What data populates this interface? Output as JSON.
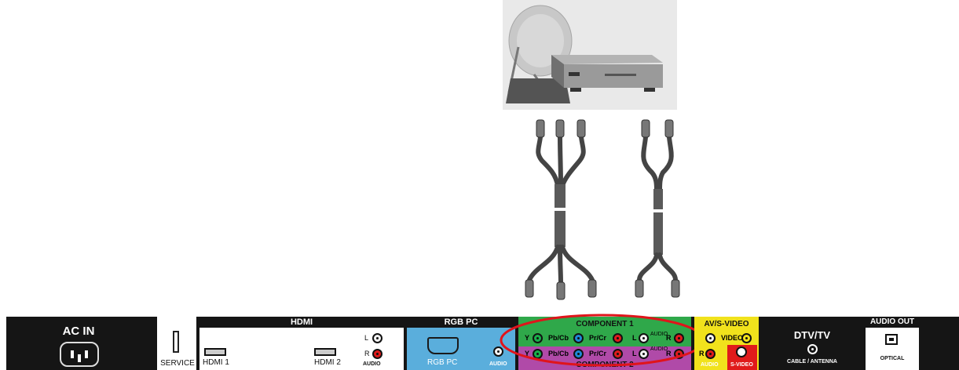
{
  "panels": {
    "ac_in": {
      "title": "AC IN"
    },
    "service": {
      "label": "SERVICE"
    },
    "hdmi": {
      "title": "HDMI",
      "port1": "HDMI 1",
      "port2": "HDMI 2",
      "l": "L",
      "r": "R",
      "audio": "AUDIO"
    },
    "rgb_pc": {
      "title": "RGB PC",
      "port": "RGB PC",
      "audio": "AUDIO"
    },
    "component1": {
      "title": "COMPONENT 1",
      "y": "Y",
      "pb": "Pb/Cb",
      "pr": "Pr/Cr",
      "l": "L",
      "r": "R",
      "audio": "AUDIO"
    },
    "component2": {
      "title": "COMPONENT 2",
      "y": "Y",
      "pb": "Pb/Cb",
      "pr": "Pr/Cr",
      "l": "L",
      "r": "R",
      "audio": "AUDIO"
    },
    "av": {
      "title": "AV/S-VIDEO",
      "video": "VIDEO",
      "r": "R",
      "audio": "AUDIO",
      "svideo": "S-VIDEO"
    },
    "dtv": {
      "title": "DTV/TV",
      "sub": "CABLE / ANTENNA"
    },
    "audio_out": {
      "title": "AUDIO OUT",
      "sub": "OPTICAL"
    }
  },
  "colors": {
    "panel_black": "#151515",
    "rgb_blue": "#5aaedc",
    "component_green": "#2fa84a",
    "component_purple": "#b04aa8",
    "av_yellow": "#f1e21c",
    "highlight_red": "#e0141b"
  }
}
